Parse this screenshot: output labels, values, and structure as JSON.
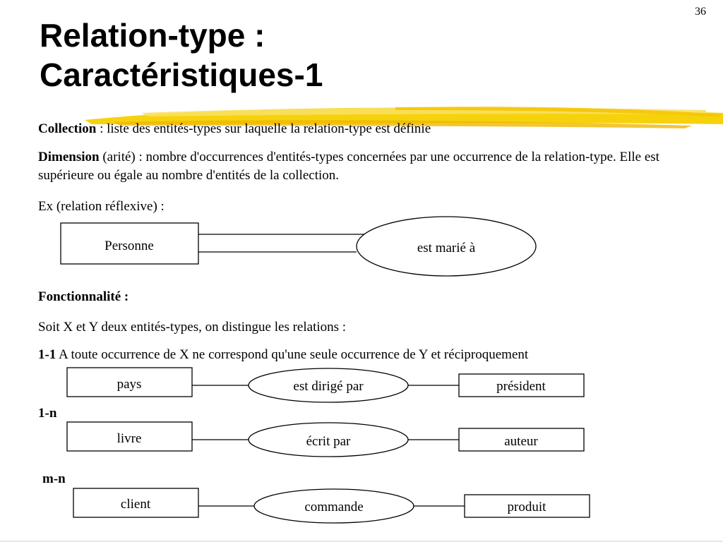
{
  "slide": {
    "page_number": "36",
    "title_line1": "Relation-type :",
    "title_line2": "Caractéristiques-1"
  },
  "content": {
    "collection_term": "Collection",
    "collection_def": " : liste des entités-types sur laquelle la relation-type est définie",
    "dimension_term": "Dimension",
    "dimension_def": " (arité) : nombre d'occurrences d'entités-types concernées par une occurrence de la relation-type. Elle est supérieure ou égale au nombre d'entités de la collection.",
    "example_label": "Ex (relation réflexive) :",
    "fonctionnalite_heading": "Fonctionnalité :",
    "soit_text": "Soit X et Y deux entités-types, on distingue les relations :",
    "one_one_label": "1-1",
    "one_one_text": " A toute occurrence de X ne correspond qu'une seule occurrence de Y et réciproquement",
    "one_n_label": "1-n",
    "m_n_label": "m-n"
  },
  "diagrams": {
    "reflexive": {
      "entity": "Personne",
      "relation": "est marié à"
    },
    "one_one": {
      "entity_left": "pays",
      "relation": "est dirigé par",
      "entity_right": "président"
    },
    "one_n": {
      "entity_left": "livre",
      "relation": "écrit par",
      "entity_right": "auteur"
    },
    "m_n": {
      "entity_left": "client",
      "relation": "commande",
      "entity_right": "produit"
    }
  },
  "colors": {
    "accent_swoosh": "#f2c200"
  }
}
